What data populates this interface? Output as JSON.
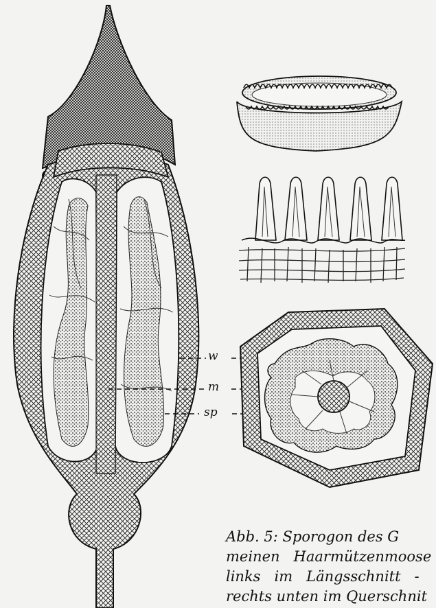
{
  "labels": {
    "w": "w",
    "m": "m",
    "sp": "sp"
  },
  "caption": {
    "line1": "Abb. 5: Sporogon des G",
    "line2": "meinen   Haarmützenmoose",
    "line3": "links   im   Längsschnitt   -",
    "line4": "rechts unten im Querschnit"
  }
}
